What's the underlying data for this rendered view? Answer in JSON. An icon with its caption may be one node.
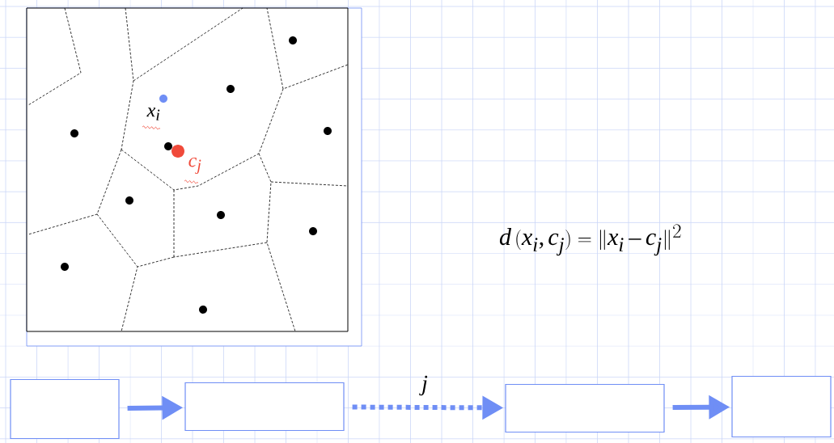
{
  "diagram": {
    "nodes": [
      {
        "text": [],
        "shape": "box"
      },
      {
        "text": [],
        "shape": "box"
      },
      {
        "text": [],
        "shape": "box"
      },
      {
        "text": [],
        "shape": "box"
      }
    ],
    "edges": [
      {
        "from": 0,
        "to": 1,
        "arrow": "to"
      },
      {
        "from": 1,
        "to": 2,
        "arrow": "to",
        "style": "dashed",
        "label": "j"
      },
      {
        "from": 2,
        "to": 3,
        "arrow": "to"
      }
    ],
    "labels": [
      "x_i",
      "c_j",
      "d\\,(x_i,c_j)=\\|x_i-c_j\\|^2"
    ]
  }
}
